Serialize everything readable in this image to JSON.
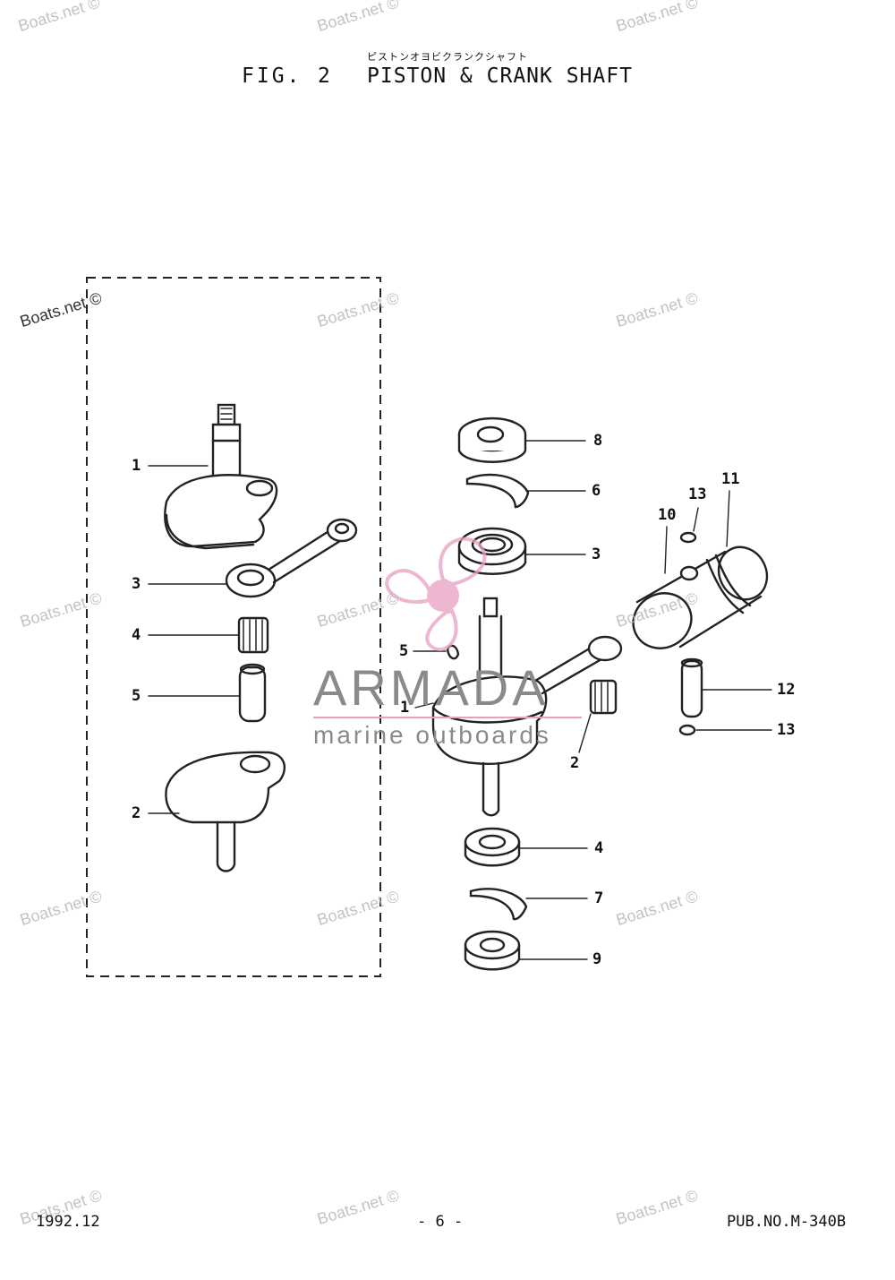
{
  "header": {
    "japanese_title": "ピストンオヨビクランクシャフト",
    "fig_label": "FIG.",
    "fig_number": "2",
    "title": "PISTON & CRANK SHAFT"
  },
  "footer": {
    "date": "1992.12",
    "page": "- 6 -",
    "pub_no": "PUB.NO.M-340B"
  },
  "watermark": {
    "text": "Boats.net ©"
  },
  "brand_overlay": {
    "name": "ARMADA",
    "tagline": "marine outboards",
    "accent_color": "#e8a0c4"
  },
  "callouts": {
    "left_group": [
      "1",
      "3",
      "4",
      "5",
      "2"
    ],
    "right_group": [
      "8",
      "6",
      "3",
      "13",
      "11",
      "10",
      "5",
      "1",
      "2",
      "12",
      "13",
      "4",
      "7",
      "9"
    ]
  },
  "parts": [
    {
      "name": "crankshaft-upper"
    },
    {
      "name": "crankshaft-lower"
    },
    {
      "name": "connecting-rod"
    },
    {
      "name": "needle-bearing"
    },
    {
      "name": "crank-pin"
    },
    {
      "name": "oil-seal"
    },
    {
      "name": "bearing-c-ring"
    },
    {
      "name": "piston"
    },
    {
      "name": "piston-ring"
    },
    {
      "name": "piston-pin"
    },
    {
      "name": "circlip"
    },
    {
      "name": "ball-bearing"
    }
  ]
}
